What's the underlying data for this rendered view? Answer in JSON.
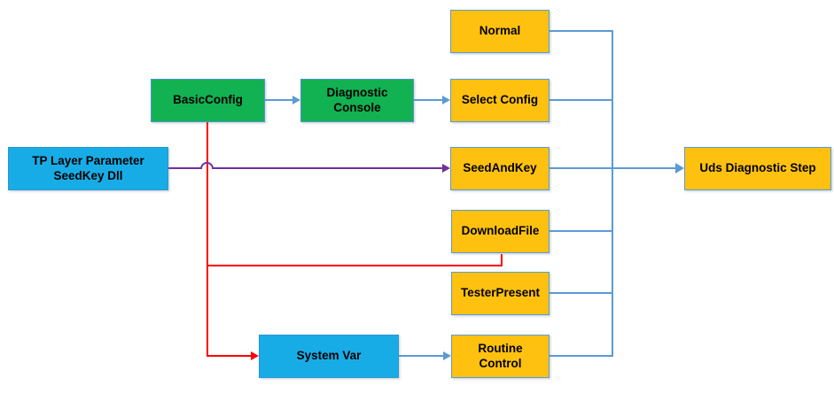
{
  "diagram": {
    "nodes": {
      "tp_layer": {
        "label": "TP Layer Parameter\nSeedKey Dll"
      },
      "basic_config": {
        "label": "BasicConfig"
      },
      "diagnostic_console": {
        "label": "Diagnostic\nConsole"
      },
      "normal": {
        "label": "Normal"
      },
      "select_config": {
        "label": "Select Config"
      },
      "seed_and_key": {
        "label": "SeedAndKey"
      },
      "download_file": {
        "label": "DownloadFile"
      },
      "tester_present": {
        "label": "TesterPresent"
      },
      "routine_control": {
        "label": "Routine\nControl"
      },
      "system_var": {
        "label": "System Var"
      },
      "uds_diagnostic_step": {
        "label": "Uds Diagnostic Step"
      }
    },
    "colors": {
      "green_fill": "#12B152",
      "yellow_fill": "#FFC110",
      "blue_fill": "#18ACE7",
      "node_border": "#5B9BD5",
      "connector_blue": "#5B9BD5",
      "connector_red": "#FF0000",
      "connector_purple": "#7030A0",
      "label_text": "#000000",
      "background": "#FFFFFF"
    },
    "edges": [
      {
        "from": "basic_config",
        "to": "diagnostic_console",
        "color": "blue"
      },
      {
        "from": "diagnostic_console",
        "to": "select_config",
        "color": "blue"
      },
      {
        "from": "tp_layer",
        "to": "seed_and_key",
        "color": "purple"
      },
      {
        "from": "basic_config",
        "to": "system_var",
        "color": "red"
      },
      {
        "from": "basic_config",
        "to": "download_file",
        "color": "red"
      },
      {
        "from": "system_var",
        "to": "routine_control",
        "color": "blue"
      },
      {
        "from": "normal",
        "to": "uds_diagnostic_step",
        "color": "blue"
      },
      {
        "from": "select_config",
        "to": "uds_diagnostic_step",
        "color": "blue"
      },
      {
        "from": "seed_and_key",
        "to": "uds_diagnostic_step",
        "color": "blue"
      },
      {
        "from": "download_file",
        "to": "uds_diagnostic_step",
        "color": "blue"
      },
      {
        "from": "tester_present",
        "to": "uds_diagnostic_step",
        "color": "blue"
      },
      {
        "from": "routine_control",
        "to": "uds_diagnostic_step",
        "color": "blue"
      }
    ]
  }
}
